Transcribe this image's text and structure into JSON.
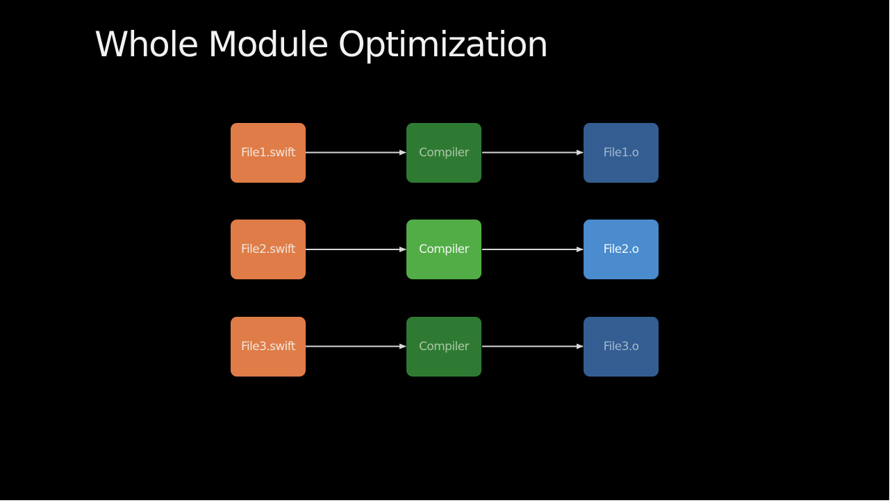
{
  "slide": {
    "title": "Whole Module Optimization"
  },
  "diagram": {
    "rows": [
      {
        "source": "File1.swift",
        "compiler": "Compiler",
        "output": "File1.o",
        "highlighted": false
      },
      {
        "source": "File2.swift",
        "compiler": "Compiler",
        "output": "File2.o",
        "highlighted": true
      },
      {
        "source": "File3.swift",
        "compiler": "Compiler",
        "output": "File3.o",
        "highlighted": false
      }
    ]
  },
  "colors": {
    "background": "#000000",
    "source_box": "#df7c47",
    "compiler_dim": "#2f7a32",
    "compiler_active": "#52ad47",
    "output_dim": "#345e92",
    "output_active": "#4a8ccd",
    "arrow": "#d8d8d8"
  }
}
